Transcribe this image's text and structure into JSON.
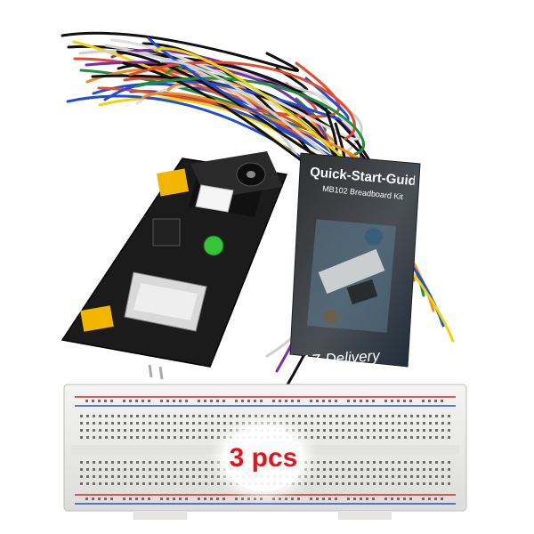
{
  "product": {
    "quantity_badge": "3 pcs",
    "manual_title": "Quick-Start-Guide",
    "manual_subtitle": "MB102 Breadboard Kit",
    "brand": "AZ-Delivery"
  },
  "colors": {
    "badge_text": "#e0141c",
    "pcb": "#1b1b1b",
    "jumper_header": "#f2b600",
    "breadboard": "#ececea",
    "rail_red": "#d8242a",
    "rail_blue": "#2a4fc4",
    "booklet": "#3a3a3a"
  },
  "icons": {
    "power_module": "breadboard-power-supply-module",
    "breadboard": "solderless-breadboard",
    "wires": "jumper-wire-bundle",
    "manual": "quick-start-booklet"
  }
}
